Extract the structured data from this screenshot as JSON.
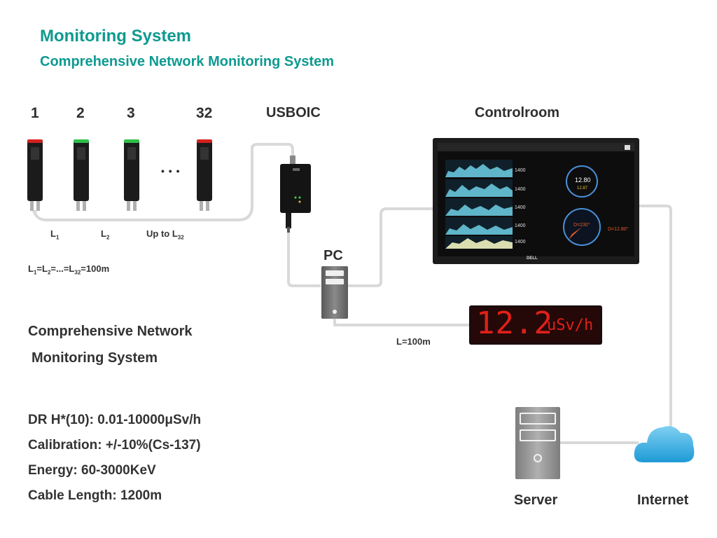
{
  "header": {
    "title": "Monitoring System",
    "subtitle": "Comprehensive Network Monitoring System"
  },
  "detectors": {
    "labels": [
      "1",
      "2",
      "3",
      "32"
    ],
    "ellipsis": "• • •",
    "cable_labels": [
      {
        "text": "L",
        "sub": "1"
      },
      {
        "text": "L",
        "sub": "2"
      },
      {
        "text": "Up to L",
        "sub": "32"
      }
    ],
    "length_formula_parts": [
      {
        "t": "L"
      },
      {
        "sub": "1"
      },
      {
        "t": "=L"
      },
      {
        "sub": "2"
      },
      {
        "t": "=...=L"
      },
      {
        "sub": "32"
      },
      {
        "t": "=100m"
      }
    ]
  },
  "devices": {
    "usboic": "USBOIC",
    "controlroom": "Controlroom",
    "pc": "PC",
    "server": "Server",
    "internet": "Internet"
  },
  "display": {
    "value": "12.2",
    "unit": "uSv/h",
    "cable_label": "L=100m"
  },
  "monitor": {
    "brand": "DELL",
    "graph_values": [
      "1400",
      "1400",
      "1400",
      "1400",
      "1400"
    ],
    "gauge_value": "12.80",
    "gauge_sub": "12.87",
    "direction_label": "D=230°",
    "direction_value": "D=12.80°"
  },
  "description": [
    "Comprehensive Network",
    "Monitoring System"
  ],
  "specs": [
    "DR H*(10): 0.01-10000μSv/h",
    "Calibration: +/-10%(Cs-137)",
    "Energy: 60-3000KeV",
    "Cable Length: 1200m"
  ]
}
